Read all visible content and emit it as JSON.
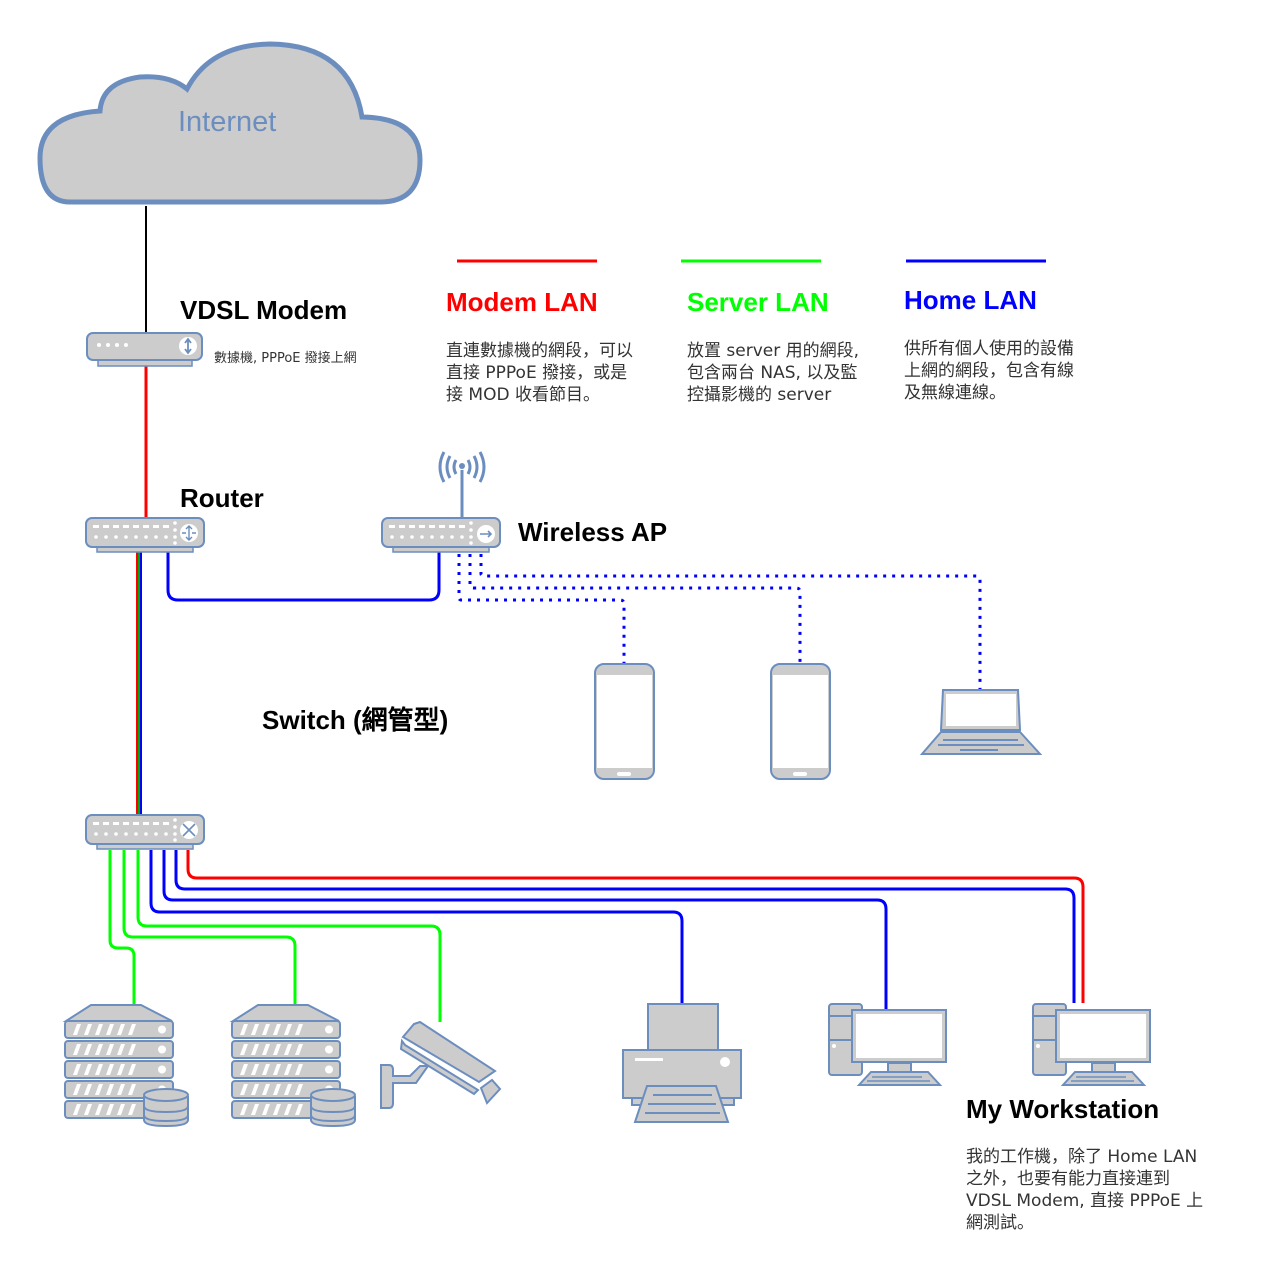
{
  "cloud": {
    "label": "Internet"
  },
  "devices": {
    "modem": {
      "label": "VDSL Modem",
      "note": "數據機, PPPoE 撥接上網"
    },
    "router": {
      "label": "Router"
    },
    "ap": {
      "label": "Wireless AP"
    },
    "switch": {
      "label": "Switch (網管型)"
    },
    "workstation": {
      "label": "My Workstation",
      "note": "我的工作機，除了 Home LAN\n之外，也要有能力直接連到\nVDSL Modem, 直接 PPPoE 上\n網測試。"
    }
  },
  "legend": [
    {
      "title": "Modem LAN",
      "color": "#ff0000",
      "desc": "直連數據機的網段，可以\n直接 PPPoE 撥接，或是\n接 MOD 收看節目。"
    },
    {
      "title": "Server LAN",
      "color": "#00ff00",
      "desc": "放置 server 用的網段,\n包含兩台 NAS, 以及監\n控攝影機的 server"
    },
    {
      "title": "Home LAN",
      "color": "#0000ff",
      "desc": "供所有個人使用的設備\n上網的網段，包含有線\n及無線連線。"
    }
  ],
  "colors": {
    "device_fill": "#cccccc",
    "device_stroke": "#6c8ebf",
    "cloud_text": "#6c8ebf",
    "uplink": "#000000"
  }
}
